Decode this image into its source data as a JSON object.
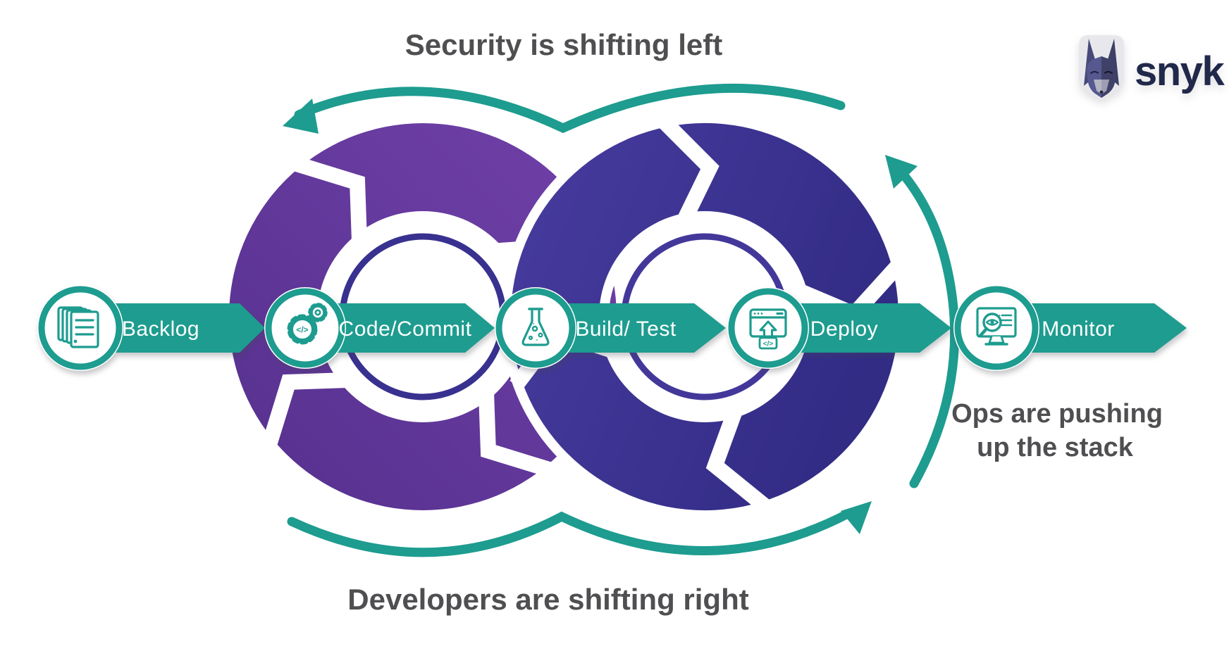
{
  "header": {
    "title": "Security is shifting left"
  },
  "footer": {
    "title": "Developers are shifting right"
  },
  "side_note": {
    "line1": "Ops are pushing",
    "line2": "up the stack"
  },
  "logo": {
    "brand": "snyk",
    "icon": "snyk-dog-icon"
  },
  "pipeline": {
    "stages": [
      {
        "label": "Backlog",
        "icon": "backlog-documents-icon"
      },
      {
        "label": "Code/Commit",
        "icon": "code-gears-icon"
      },
      {
        "label": "Build/ Test",
        "icon": "test-flask-icon"
      },
      {
        "label": "Deploy",
        "icon": "deploy-window-icon"
      },
      {
        "label": "Monitor",
        "icon": "monitor-screen-icon"
      }
    ],
    "glyphs": {
      "code": "</>",
      "deploy": "</>"
    }
  },
  "arrows": {
    "top": "shift-left-curved-arrow",
    "bottom": "shift-right-curved-arrow",
    "right": "push-up-curved-arrow"
  },
  "colors": {
    "teal": "#1d9c8f",
    "title_text": "#4f4f52",
    "logo_navy": "#20294a",
    "left_loop_start": "#7141a9",
    "left_loop_end": "#55308e",
    "right_loop_start": "#483c9f",
    "right_loop_end": "#322c85",
    "inner_ring_left": "#39318f",
    "inner_ring_right": "#43389a",
    "stage_label_text": "#ffffff"
  }
}
